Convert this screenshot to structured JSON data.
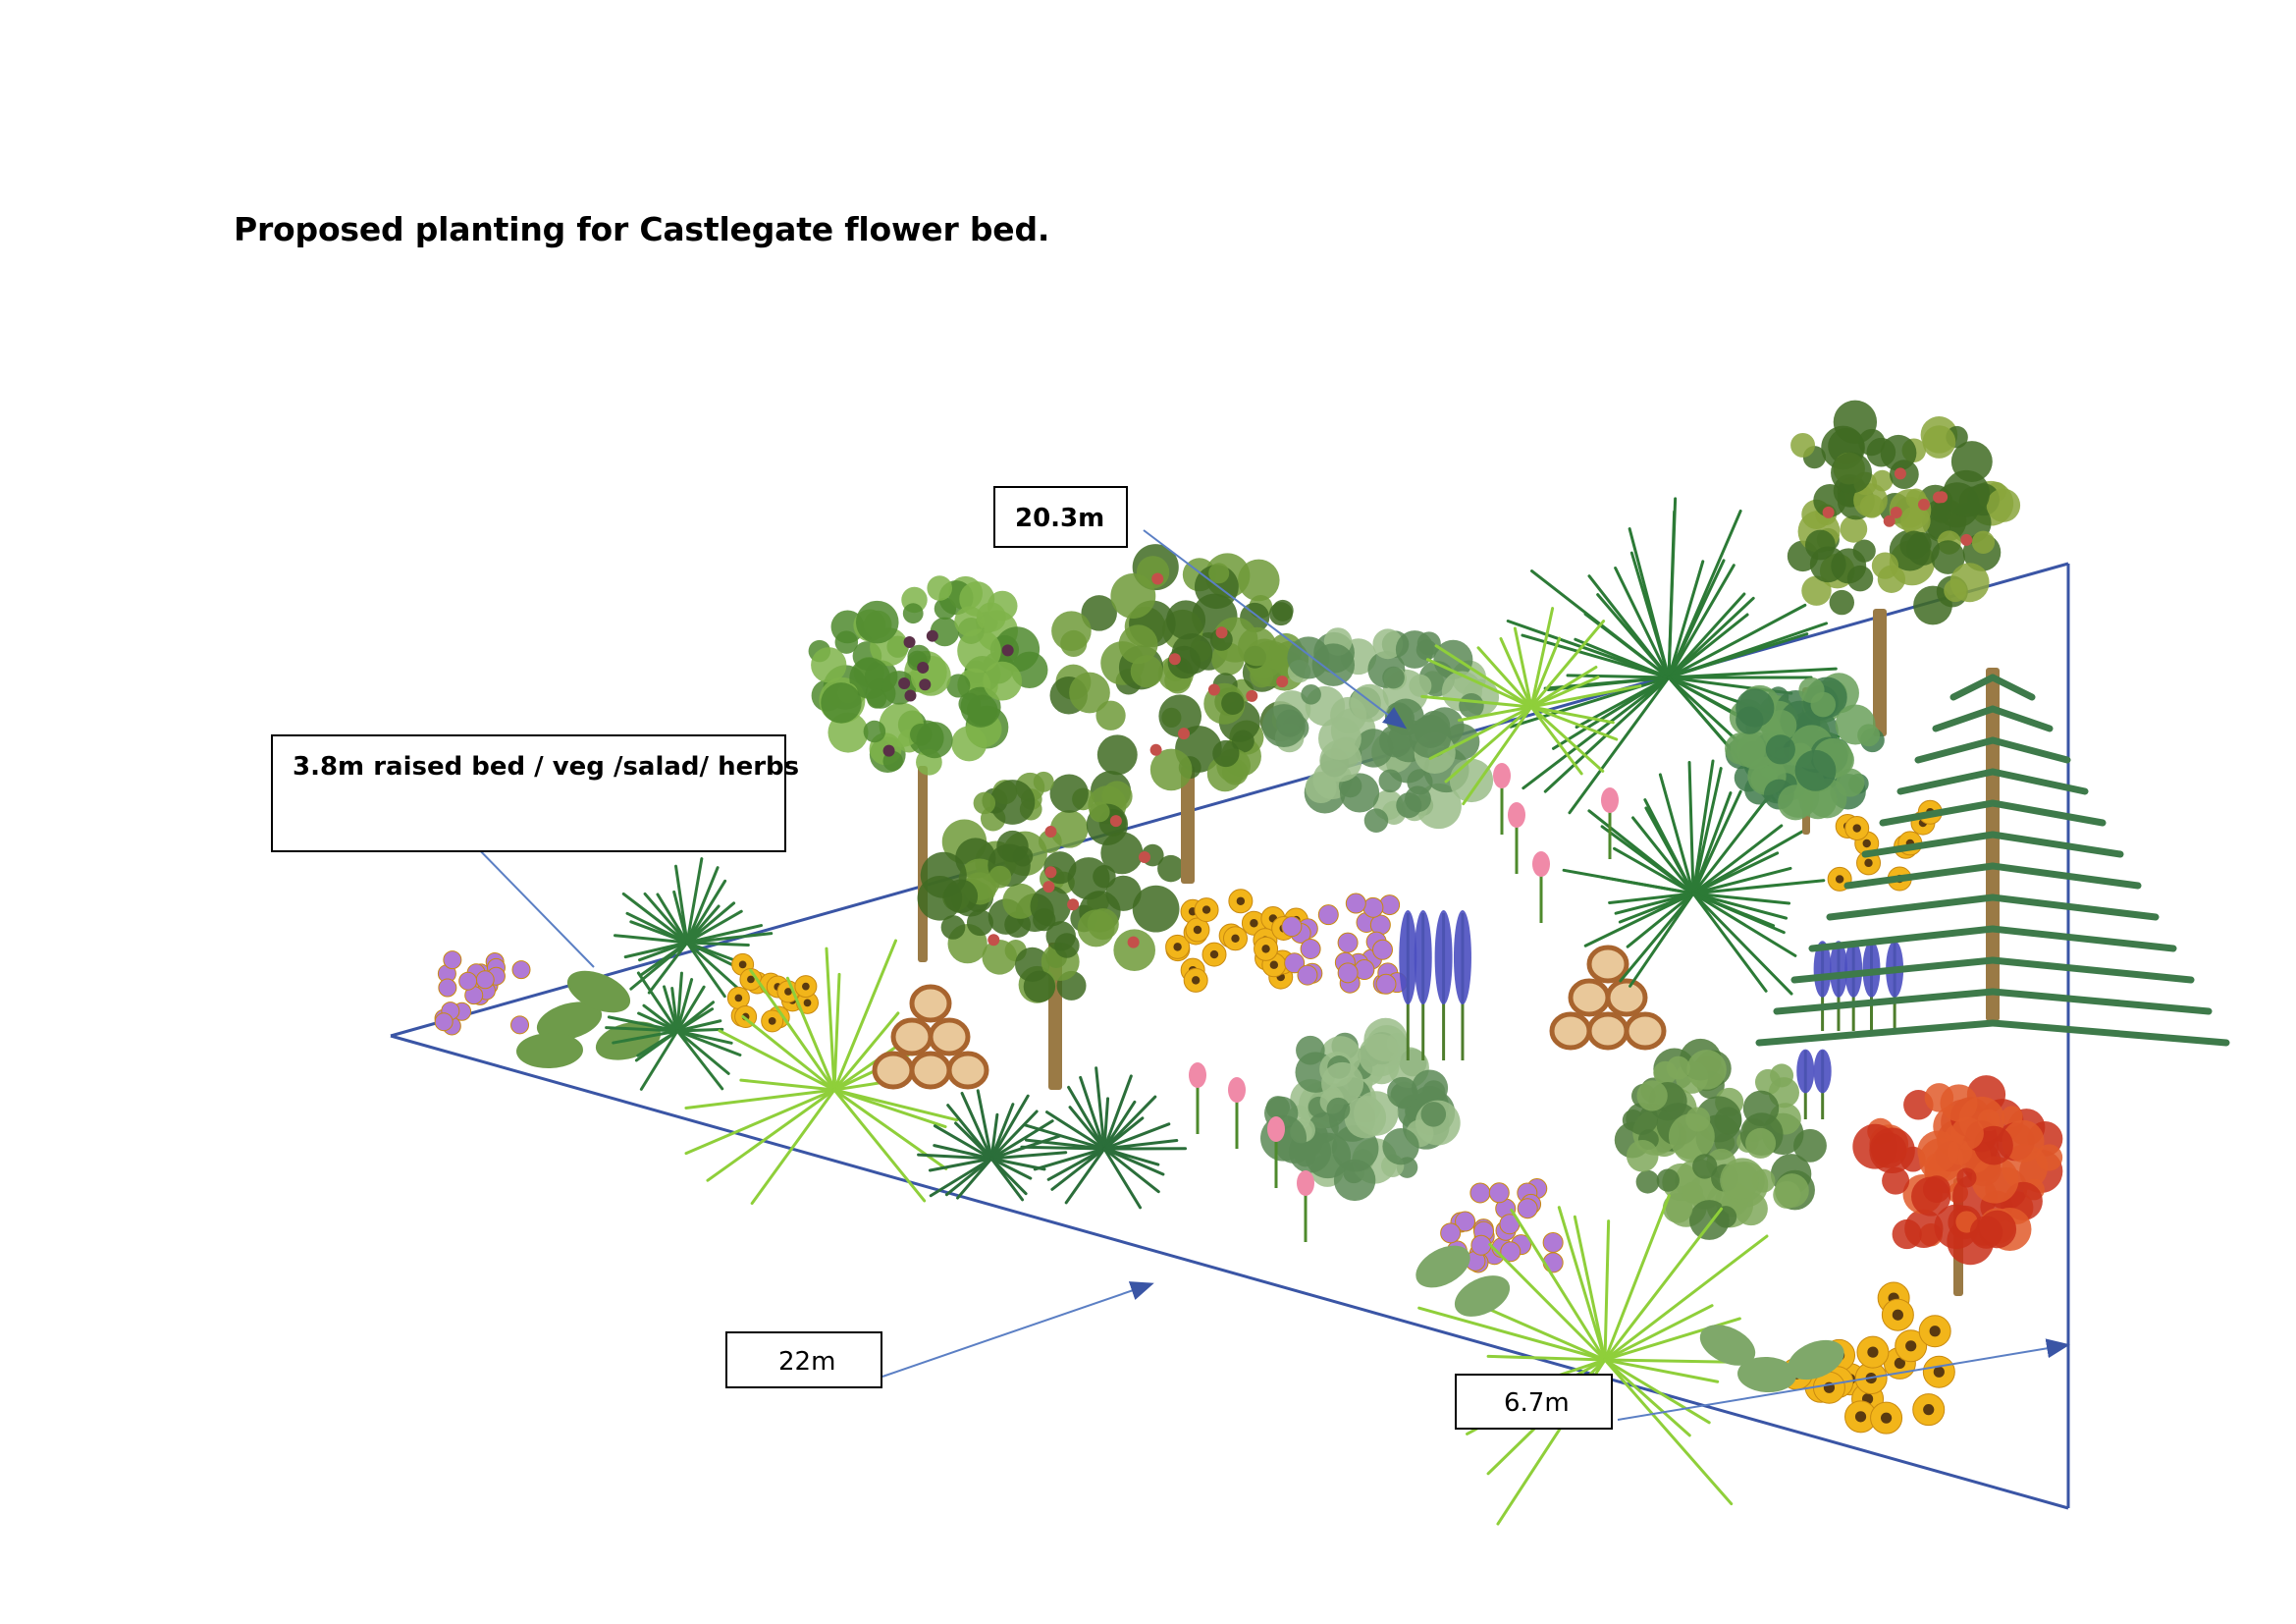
{
  "title": "Proposed planting for Castlegate flower bed.",
  "labels": {
    "width": "20.3m",
    "raised_bed": "3.8m raised bed / veg /salad/ herbs",
    "length": "22m",
    "depth": "6.7m"
  },
  "colors": {
    "outline": "#3a55a5",
    "leader": "#5b7fc4",
    "foliage_dark": "#3f6b22",
    "foliage_light": "#8fcf3a",
    "lavender": "#b07ad6",
    "lupin": "#4b4fc0",
    "yellow_flower": "#f2b51a",
    "pink_tulip": "#f08aa8",
    "red_tree": "#c9301a",
    "log": "#a8642e",
    "fig": "#5a3048"
  },
  "plants": [
    {
      "kind": "lavender-cluster"
    },
    {
      "kind": "broadleaf-herb"
    },
    {
      "kind": "grass-tuft"
    },
    {
      "kind": "yellow-daisies"
    },
    {
      "kind": "reed-grass"
    },
    {
      "kind": "fig-tree"
    },
    {
      "kind": "stacked-logs"
    },
    {
      "kind": "fruit-tree"
    },
    {
      "kind": "spiky-shrub"
    },
    {
      "kind": "round-shrub"
    },
    {
      "kind": "cordyline-palm"
    },
    {
      "kind": "pink-tulips"
    },
    {
      "kind": "blue-lupins"
    },
    {
      "kind": "conifer"
    },
    {
      "kind": "red-maple"
    }
  ]
}
